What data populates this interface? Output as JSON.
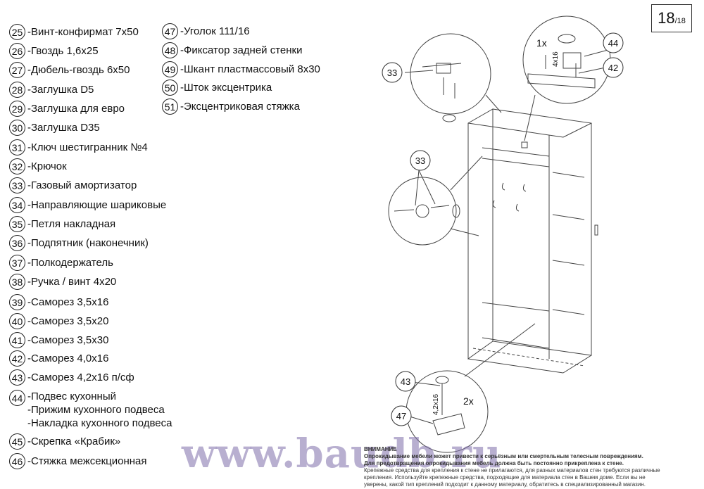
{
  "page": {
    "current": "18",
    "total": "/18"
  },
  "parts": [
    {
      "num": "25",
      "label": "-Винт-конфирмат 7х50"
    },
    {
      "num": "26",
      "label": "-Гвоздь 1,6х25"
    },
    {
      "num": "27",
      "label": "-Дюбель-гвоздь 6х50"
    },
    {
      "num": "28",
      "label": "-Заглушка D5"
    },
    {
      "num": "29",
      "label": "-Заглушка для евро"
    },
    {
      "num": "30",
      "label": "-Заглушка D35"
    },
    {
      "num": "31",
      "label": "-Ключ шестигранник №4"
    },
    {
      "num": "32",
      "label": "-Крючок"
    },
    {
      "num": "33",
      "label": "-Газовый амортизатор"
    },
    {
      "num": "34",
      "label": "-Направляющие шариковые"
    },
    {
      "num": "35",
      "label": "-Петля накладная"
    },
    {
      "num": "36",
      "label": "-Подпятник (наконечник)"
    },
    {
      "num": "37",
      "label": "-Полкодержатель"
    },
    {
      "num": "38",
      "label": "-Ручка / винт 4х20"
    },
    {
      "num": "39",
      "label": "-Саморез 3,5х16"
    },
    {
      "num": "40",
      "label": "-Саморез 3,5х20"
    },
    {
      "num": "41",
      "label": "-Саморез 3,5х30"
    },
    {
      "num": "42",
      "label": "-Саморез 4,0х16"
    },
    {
      "num": "43",
      "label": "-Саморез 4,2х16 п/сф"
    },
    {
      "num": "44",
      "label": "-Подвес кухонный",
      "extra": [
        "-Прижим кухонного подвеса",
        "-Накладка кухонного подвеса"
      ]
    },
    {
      "num": "45",
      "label": "-Скрепка «Крабик»"
    },
    {
      "num": "46",
      "label": "-Стяжка межсекционная"
    },
    {
      "num": "47",
      "label": "-Уголок 111/16"
    },
    {
      "num": "48",
      "label": "-Фиксатор задней стенки"
    },
    {
      "num": "49",
      "label": "-Шкант пластмассовый 8х30"
    },
    {
      "num": "50",
      "label": "-Шток эксцентрика"
    },
    {
      "num": "51",
      "label": "-Эксцентриковая стяжка"
    }
  ],
  "callouts": {
    "c33a": "33",
    "c33b": "33",
    "c44": "44",
    "c42": "42",
    "c43": "43",
    "c47": "47",
    "qty_1x": "1x",
    "qty_2x": "2x",
    "size_4x16": "4x16",
    "size_42x16": "4,2x16"
  },
  "warning": {
    "title": "ВНИМАНИЕ",
    "line1": "Опрокидывание мебели может привести к серьёзным или смертельным телесным повреждениям.",
    "line2": "Для предотвращения опрокидывания мебель должна быть постоянно прикреплена к стене.",
    "line3": "Крепежные средства для крепления к стене не прилагаются, для разных материалов стен требуются различные",
    "line4": "крепления. Используйте крепежные средства, подходящие для материала стен в Вашем доме. Если вы не",
    "line5": "уверены, какой тип креплений подходит к данному материалу, обратитесь в специализированный магазин."
  },
  "watermark": "www.baudb.ru"
}
